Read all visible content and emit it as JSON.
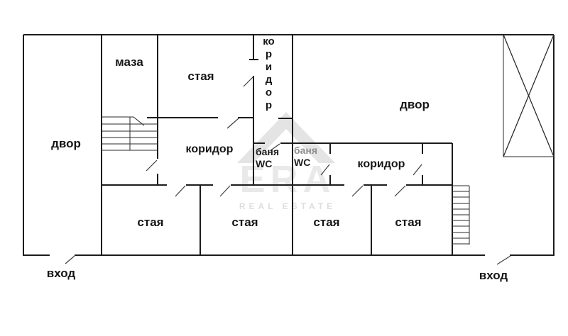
{
  "document_type": "floor-plan",
  "colors": {
    "background": "#ffffff",
    "lines": "#1c1c1c",
    "text": "#161616",
    "muted_text": "#8f8f8f",
    "watermark": "#e6e6e6"
  },
  "labels": {
    "yard_left": "двор",
    "cellar": "маза",
    "room_top": "стая",
    "corridor_top": "коридор",
    "yard_right": "двор",
    "corridor_main": "коридор",
    "bath1_line1": "баня",
    "bath1_line2": "WC",
    "bath2_line1": "баня",
    "bath2_line2": "WC",
    "corridor_right": "коридор",
    "room_bottom_1": "стая",
    "room_bottom_2": "стая",
    "room_bottom_3": "стая",
    "room_bottom_4": "стая",
    "entrance_left": "вход",
    "entrance_right": "вход"
  },
  "watermark": {
    "brand": "ERA",
    "tagline": "REAL ESTATE"
  }
}
